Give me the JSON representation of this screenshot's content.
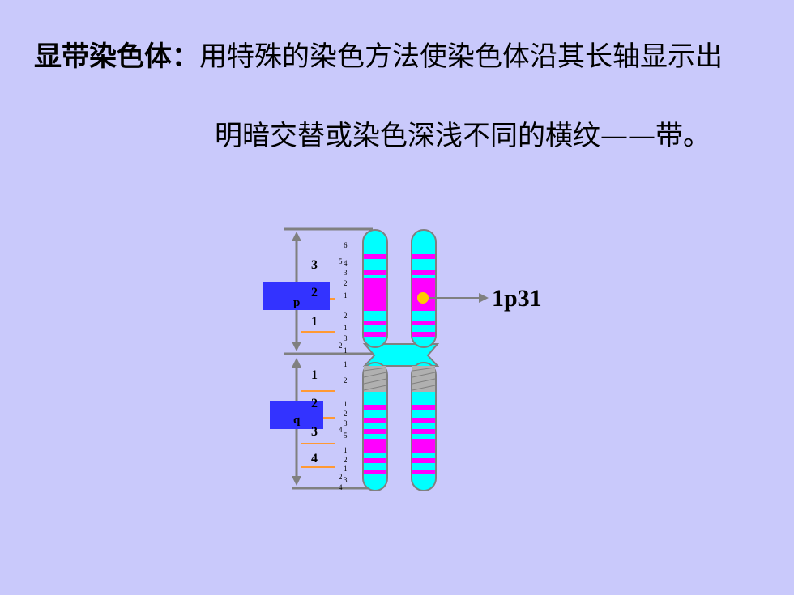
{
  "heading": {
    "term": "显带染色体：",
    "definition_part1": "用特殊的染色方法使染色体沿其长轴显示出",
    "definition_part2": "明暗交替或染色深浅不同的横纹——带。"
  },
  "diagram": {
    "arm_labels": {
      "p": "p",
      "q": "q"
    },
    "p_regions": [
      "3",
      "2",
      "1"
    ],
    "q_regions": [
      "1",
      "2",
      "3",
      "4"
    ],
    "callout": "1p31",
    "colors": {
      "background": "#c9c9fb",
      "band_light": "#00ffff",
      "band_dark": "#ff00ff",
      "arm_box": "#3333ff",
      "divider": "#ff9933",
      "marker": "#ffcc00"
    }
  }
}
